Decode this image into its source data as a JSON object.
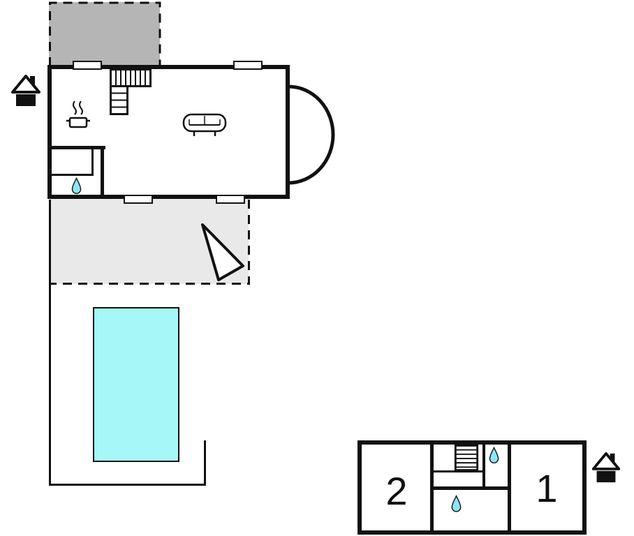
{
  "plan": {
    "kind": "property-floor-plan",
    "colors": {
      "wall": "#111111",
      "paper": "#ffffff",
      "terrace_fill": "#b5b5b5",
      "patio_fill": "#e9e9e9",
      "pool_fill": "#a6f7f7",
      "drop_fill": "#8ce6f6"
    },
    "upper_unit": {
      "icons": [
        "entrance-house-icon",
        "staircase-icon",
        "stove-pot-icon",
        "sofa-icon",
        "water-drop-icon",
        "bay-window-arc",
        "window-marker",
        "direction-arrow-icon"
      ],
      "areas": [
        "terrace",
        "living-room",
        "bathroom",
        "patio",
        "pool"
      ]
    },
    "lower_unit": {
      "left_room_label": "2",
      "right_room_label": "1",
      "icons": [
        "staircase-icon",
        "water-drop-icon",
        "water-drop-icon",
        "entrance-house-icon"
      ]
    }
  }
}
